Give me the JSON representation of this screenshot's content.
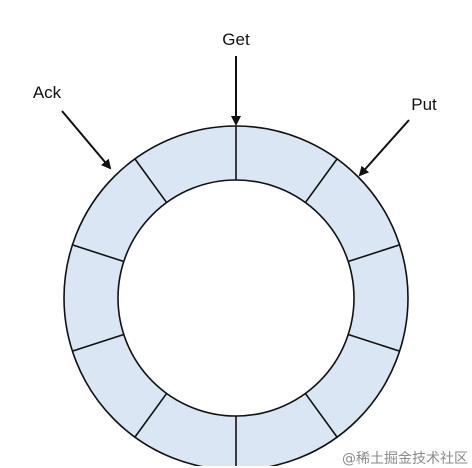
{
  "diagram": {
    "labels": {
      "get": "Get",
      "ack": "Ack",
      "put": "Put"
    },
    "ring_segment_count": 10,
    "colors": {
      "ring_fill": "#dae6f4",
      "ring_stroke": "#111111",
      "arrow": "#111111",
      "text": "#111111"
    }
  },
  "watermark": {
    "text": "@稀土掘金技术社区"
  }
}
